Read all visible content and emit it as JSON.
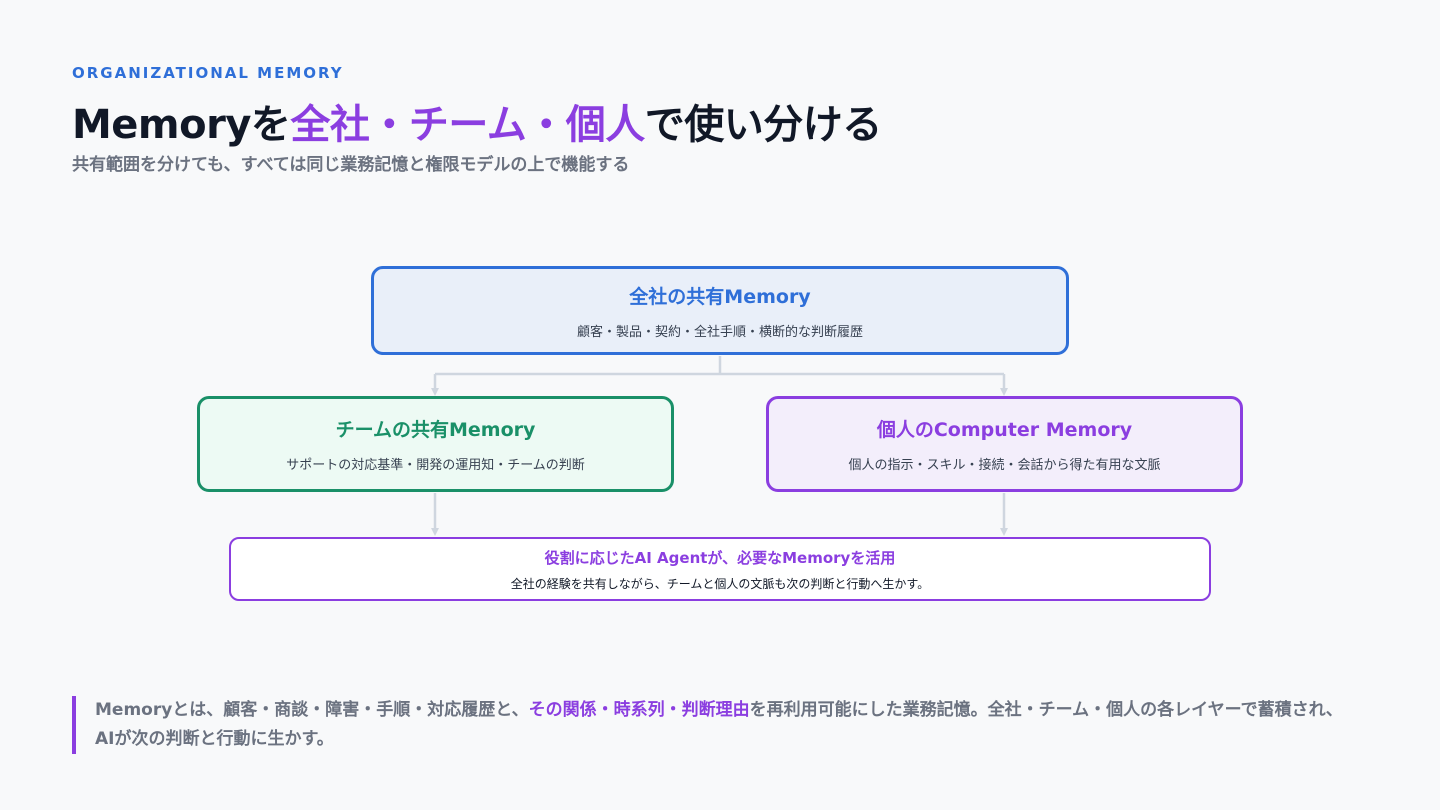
{
  "header": {
    "eyebrow": "ORGANIZATIONAL MEMORY",
    "title_pre": "Memoryを",
    "title_accent": "全社・チーム・個人",
    "title_post": "で使い分ける",
    "subtitle": "共有範囲を分けても、すべては同じ業務記憶と権限モデルの上で機能する"
  },
  "diagram": {
    "company": {
      "title": "全社の共有Memory",
      "desc": "顧客・製品・契約・全社手順・横断的な判断履歴"
    },
    "team": {
      "title": "チームの共有Memory",
      "desc": "サポートの対応基準・開発の運用知・チームの判断"
    },
    "personal": {
      "title": "個人のComputer Memory",
      "desc": "個人の指示・スキル・接続・会話から得た有用な文脈"
    },
    "agent": {
      "title": "役割に応じたAI Agentが、必要なMemoryを活用",
      "desc": "全社の経験を共有しながら、チームと個人の文脈も次の判断と行動へ生かす。"
    }
  },
  "footer": {
    "pre": "Memoryとは、顧客・商談・障害・手順・対応履歴と、",
    "highlight": "その関係・時系列・判断理由",
    "post": "を再利用可能にした業務記憶。全社・チーム・個人の各レイヤーで蓄積され、AIが次の判断と行動に生かす。"
  },
  "colors": {
    "blue": "#2f6fd8",
    "green": "#1a9068",
    "purple": "#8b3ee0",
    "connector": "#cfd6df"
  }
}
